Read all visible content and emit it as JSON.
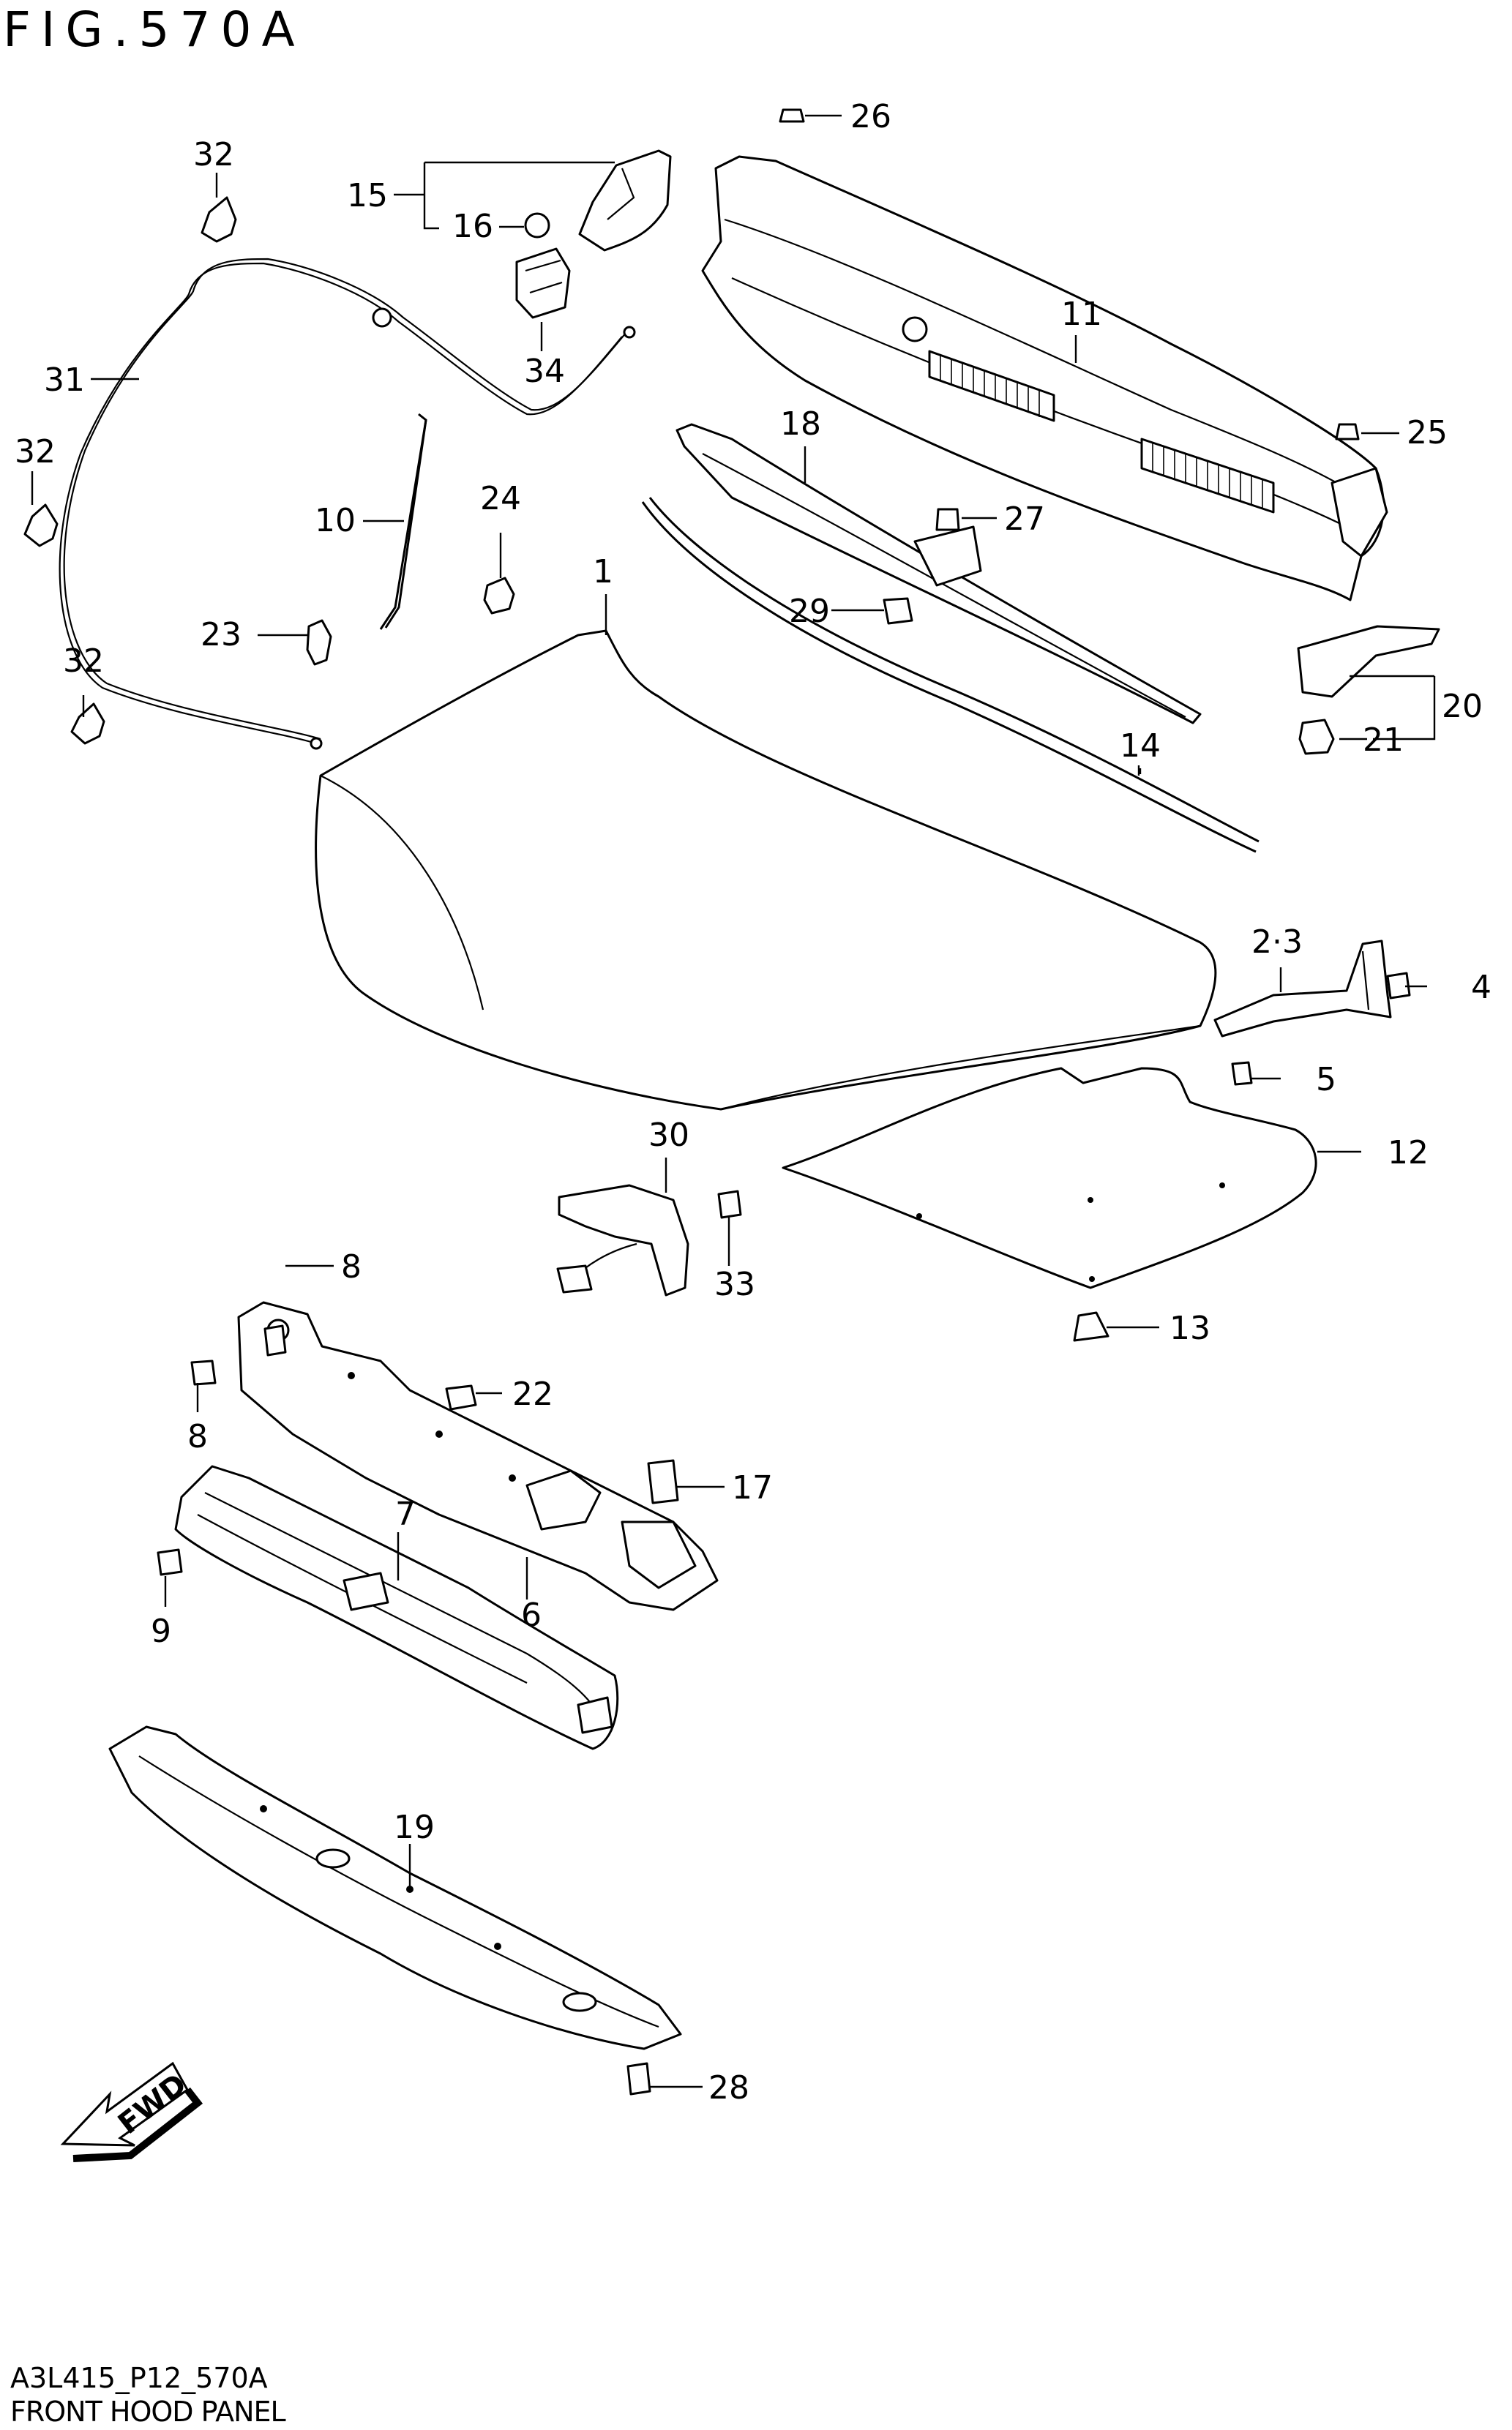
{
  "figure": {
    "title": "FIG.570A",
    "drawing_code": "A3L415_P12_570A",
    "name": "FRONT HOOD PANEL"
  },
  "fwd_arrow": {
    "label": "FWD"
  },
  "callouts": {
    "c1": "1",
    "c2_3": "2·3",
    "c4": "4",
    "c5": "5",
    "c6": "6",
    "c7": "7",
    "c8a": "8",
    "c8b": "8",
    "c9": "9",
    "c10": "10",
    "c11": "11",
    "c12": "12",
    "c13": "13",
    "c14": "14",
    "c15": "15",
    "c16": "16",
    "c17": "17",
    "c18": "18",
    "c19": "19",
    "c20": "20",
    "c21": "21",
    "c22": "22",
    "c23": "23",
    "c24": "24",
    "c25": "25",
    "c26": "26",
    "c27": "27",
    "c28": "28",
    "c29": "29",
    "c30": "30",
    "c31": "31",
    "c32a": "32",
    "c32b": "32",
    "c32c": "32",
    "c33": "33",
    "c34": "34"
  }
}
